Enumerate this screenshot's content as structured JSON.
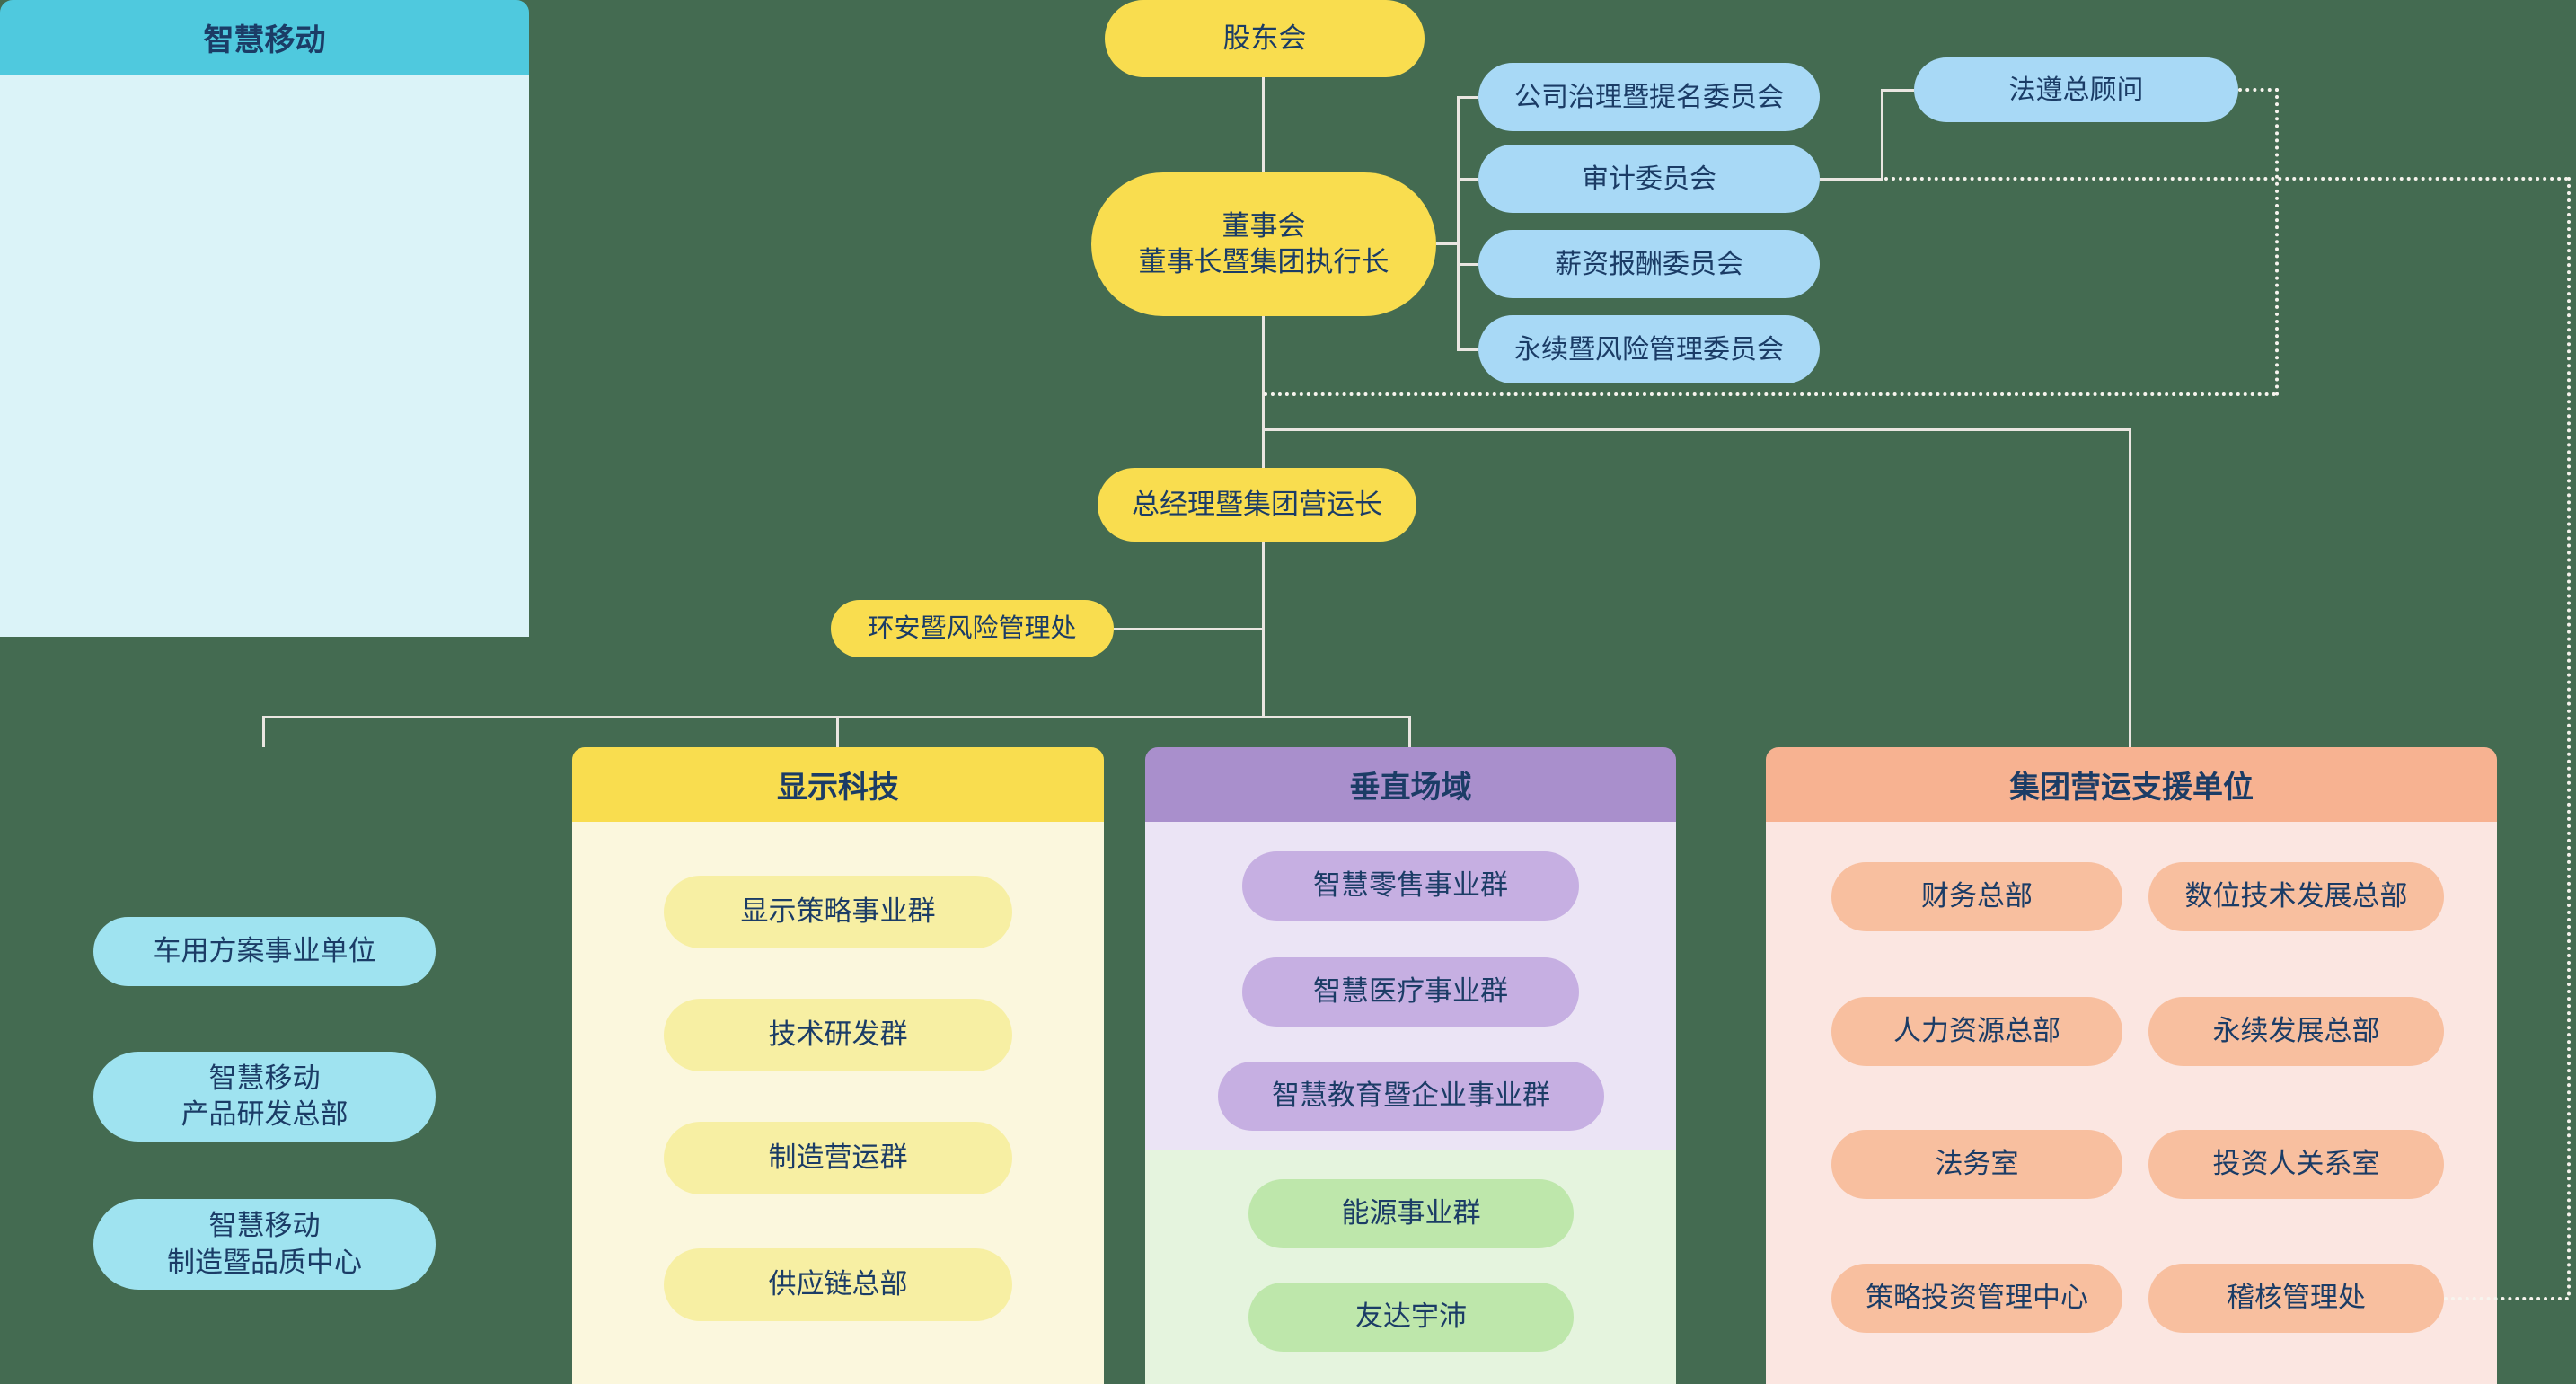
{
  "palette": {
    "background": "#446B51",
    "node_yellow": "#F9DD4F",
    "node_blue": "#A8D9F6",
    "text_navy": "#1B3C66",
    "line_solid": "#EAE6E1",
    "line_dotted": "#F7F4EE",
    "col1_header": "#4FC9DE",
    "col1_body": "#DBF3F8",
    "col1_pill": "#9FE3F0",
    "col2_header": "#F9DD4F",
    "col2_body": "#FBF7DD",
    "col2_pill": "#F7EFA3",
    "col3_header": "#A98FCC",
    "col3_body_purple": "#EBE4F5",
    "col3_pill_purple": "#C6AFE2",
    "col3_body_green": "#E5F4DE",
    "col3_pill_green": "#BEE7AB",
    "col4_header": "#F7B291",
    "col4_body": "#FBE6E1",
    "col4_pill": "#F8BF9F"
  },
  "org": {
    "shareholders": "股东会",
    "board": "董事会\n董事长暨集团执行长",
    "committees": [
      "公司治理暨提名委员会",
      "审计委员会",
      "薪资报酬委员会",
      "永续暨风险管理委员会"
    ],
    "compliance": "法遵总顾问",
    "coo": "总经理暨集团营运长",
    "ehs": "环安暨风险管理处"
  },
  "columns": [
    {
      "title": "智慧移动",
      "items": [
        "车用方案事业单位",
        "智慧移动\n产品研发总部",
        "智慧移动\n制造暨品质中心"
      ]
    },
    {
      "title": "显示科技",
      "items": [
        "显示策略事业群",
        "技术研发群",
        "制造营运群",
        "供应链总部"
      ]
    },
    {
      "title": "垂直场域",
      "items": [
        "智慧零售事业群",
        "智慧医疗事业群",
        "智慧教育暨企业事业群"
      ],
      "energy_items": [
        "能源事业群",
        "友达宇沛"
      ]
    },
    {
      "title": "集团营运支援单位",
      "left_items": [
        "财务总部",
        "人力资源总部",
        "法务室",
        "策略投资管理中心"
      ],
      "right_items": [
        "数位技术发展总部",
        "永续发展总部",
        "投资人关系室",
        "稽核管理处"
      ]
    }
  ]
}
